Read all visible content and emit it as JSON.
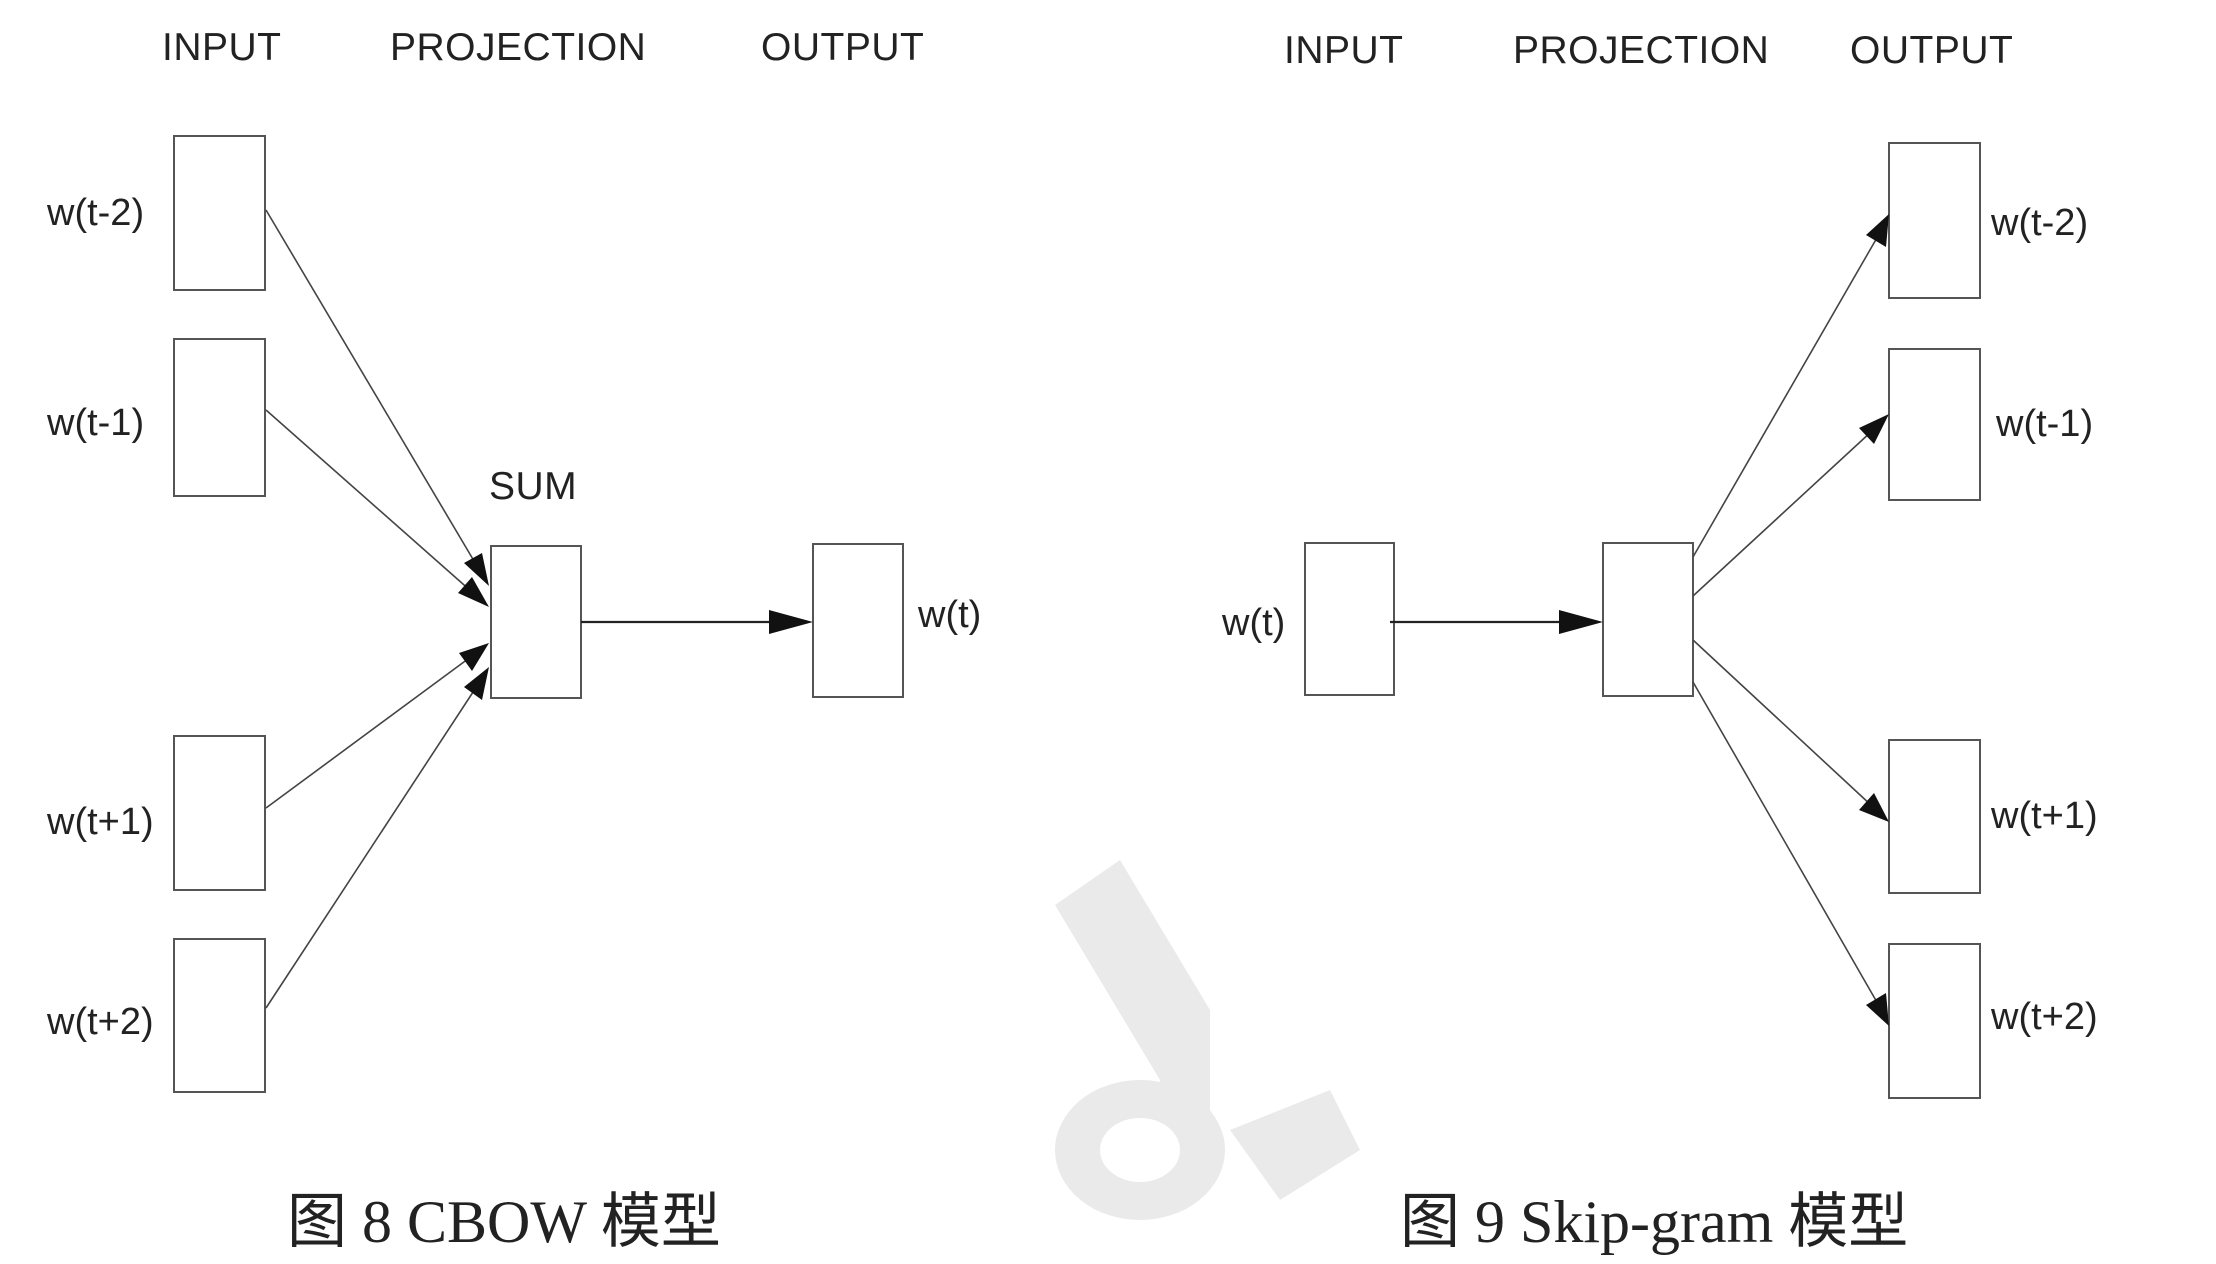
{
  "cbow": {
    "header_input": "INPUT",
    "header_projection": "PROJECTION",
    "header_output": "OUTPUT",
    "inputs": [
      "w(t-2)",
      "w(t-1)",
      "w(t+1)",
      "w(t+2)"
    ],
    "sum_label": "SUM",
    "output": "w(t)",
    "caption": "图 8  CBOW 模型"
  },
  "skipgram": {
    "header_input": "INPUT",
    "header_projection": "PROJECTION",
    "header_output": "OUTPUT",
    "input": "w(t)",
    "outputs": [
      "w(t-2)",
      "w(t-1)",
      "w(t+1)",
      "w(t+2)"
    ],
    "caption": "图 9  Skip-gram 模型"
  },
  "colors": {
    "background": "#ffffff",
    "line": "#444444",
    "arrowhead": "#111111",
    "watermark": "#eaeaea"
  }
}
